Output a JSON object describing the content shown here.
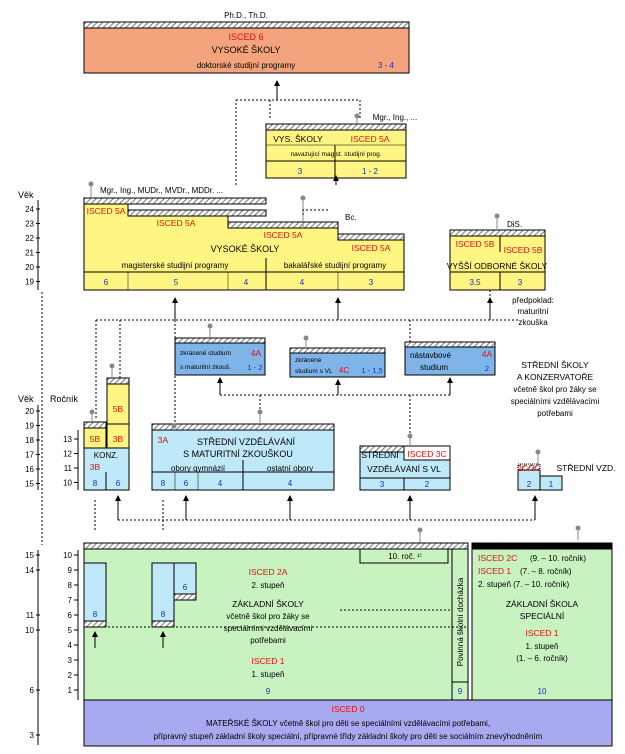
{
  "colors": {
    "orange": "#F4A47C",
    "yellow": "#FFF582",
    "blue_light": "#BFE8F8",
    "blue": "#7FB4E8",
    "green": "#C8F2C0",
    "lavender": "#A9A9F0",
    "red": "#E01010",
    "blue_text": "#1030C0",
    "hatch": "#808080",
    "black": "#000000"
  },
  "axis": {
    "vek_label": "Věk",
    "rocnik_label": "Ročník",
    "top_ages": [
      "24",
      "23",
      "22",
      "21",
      "20",
      "19"
    ],
    "mid_ages": [
      "20",
      "19",
      "18",
      "17",
      "16",
      "15"
    ],
    "mid_grades": [
      "13",
      "12",
      "11",
      "10"
    ],
    "low_ages": [
      "15",
      "14",
      "",
      "",
      "11",
      "10",
      "",
      "",
      "",
      "6",
      "",
      "",
      "3"
    ],
    "low_grades": [
      "10",
      "9",
      "8",
      "7",
      "6",
      "5",
      "4",
      "3",
      "2",
      "1"
    ]
  },
  "isced6": {
    "degree": "Ph.D., Th.D.",
    "label": "ISCED 6",
    "title": "VYSOKÉ ŠKOLY",
    "subtitle": "doktorské studijní programy",
    "years": "3 - 4"
  },
  "mag_followup": {
    "degree": "Mgr., Ing., ...",
    "title": "VYS. ŠKOLY",
    "label": "ISCED 5A",
    "subtitle": "navazující magist. studijní prog.",
    "years_a": "3",
    "years_b": "1 - 2"
  },
  "vs": {
    "degree_mag": "Mgr., Ing., MUDr., MVDr., MDDr. ...",
    "degree_bc": "Bc.",
    "label_left": "ISCED 5A",
    "label_mid": "ISCED 5A",
    "label_center": "ISCED 5A",
    "label_right": "ISCED 5A",
    "title": "VYSOKÉ ŠKOLY",
    "prog_mag": "magisterské studijní programy",
    "prog_bc": "bakalářské studijní programy",
    "years": [
      "6",
      "5",
      "4",
      "4",
      "3"
    ]
  },
  "vos": {
    "degree": "DiS.",
    "label_left": "ISCED 5B",
    "label_right": "ISCED 5B",
    "title": "VYŠŠÍ ODBORNÉ ŠKOLY",
    "years_a": "3,5",
    "years_b": "3",
    "prereq": [
      "předpoklad:",
      "maturitní",
      "zkouška"
    ]
  },
  "zkracene_mat": {
    "line1": "zkrácené studium",
    "line2": "s maturitní zkouš.",
    "label": "4A",
    "years": "1 - 2"
  },
  "zkracene_vl": {
    "line1": "zkrácené",
    "line2": "studium s VL",
    "label": "4C",
    "years": "1 - 1,5"
  },
  "nastavbove": {
    "line1": "nástavbové",
    "line2": "studium",
    "label": "4A",
    "years": "2"
  },
  "special_note": [
    "STŘEDNÍ ŠKOLY",
    "A KONZERVATOŘE",
    "včetně škol pro žáky se",
    "speciálními vzdělávacími",
    "potřebami"
  ],
  "konz": {
    "label_5b_top": "5B",
    "label_5b": "5B",
    "label_3b_a": "3B",
    "label_3b_b": "3B",
    "title": "KONZ.",
    "years_a": "8",
    "years_b": "6"
  },
  "ssm": {
    "label": "3A",
    "title1": "STŘEDNÍ VZDĚLÁVÁNÍ",
    "title2": "S MATURITNÍ ZKOUŠKOU",
    "sub_gym": "obory gymnázií",
    "sub_other": "ostatní obory",
    "years": [
      "8",
      "6",
      "4",
      "4"
    ]
  },
  "ssvl": {
    "title1": "STŘEDNÍ",
    "title2": "VZDĚLÁVÁNÍ S VL",
    "label": "ISCED 3C",
    "years_a": "3",
    "years_b": "2"
  },
  "ssv": {
    "label": "2C/3C",
    "title": "STŘEDNÍ VZD.",
    "years_a": "2",
    "years_b": "1"
  },
  "zs": {
    "grade10": "10. roč. ¹⁾",
    "label_2a": "ISCED 2A",
    "stage2": "2. stupeň",
    "title1": "ZÁKLADNÍ ŠKOLY",
    "title2": "včetně škol pro žáky se",
    "title3": "speciálními vzdělávacími",
    "title4": "potřebami",
    "label_1": "ISCED 1",
    "stage1": "1. stupeň",
    "years_9": "9",
    "years_8a": "8",
    "years_8b": "8",
    "years_6": "6",
    "compulsory": "Povinná školní docházka",
    "years_9b": "9"
  },
  "zss": {
    "line1_label": "ISCED 2C",
    "line1_text": "(9. – 10. ročník)",
    "line2_label": "ISCED 1",
    "line2_text": "(7. – 8. ročník)",
    "line3": "2. stupeň (7. – 10. ročník)",
    "title1": "ZÁKLADNÍ ŠKOLA",
    "title2": "SPECIÁLNÍ",
    "label_1": "ISCED 1",
    "stage1": "1. stupeň",
    "stage1_years": "(1. – 6. ročník)",
    "years": "10"
  },
  "ms": {
    "label": "ISCED 0",
    "line1": "MATEŘSKÉ ŠKOLY včetně škol pro děti se speciálními vzdělávacími potřebami,",
    "line2": "přípravný stupeň základní školy speciální, přípravné třídy základní školy pro děti se sociálním znevýhodněním"
  }
}
